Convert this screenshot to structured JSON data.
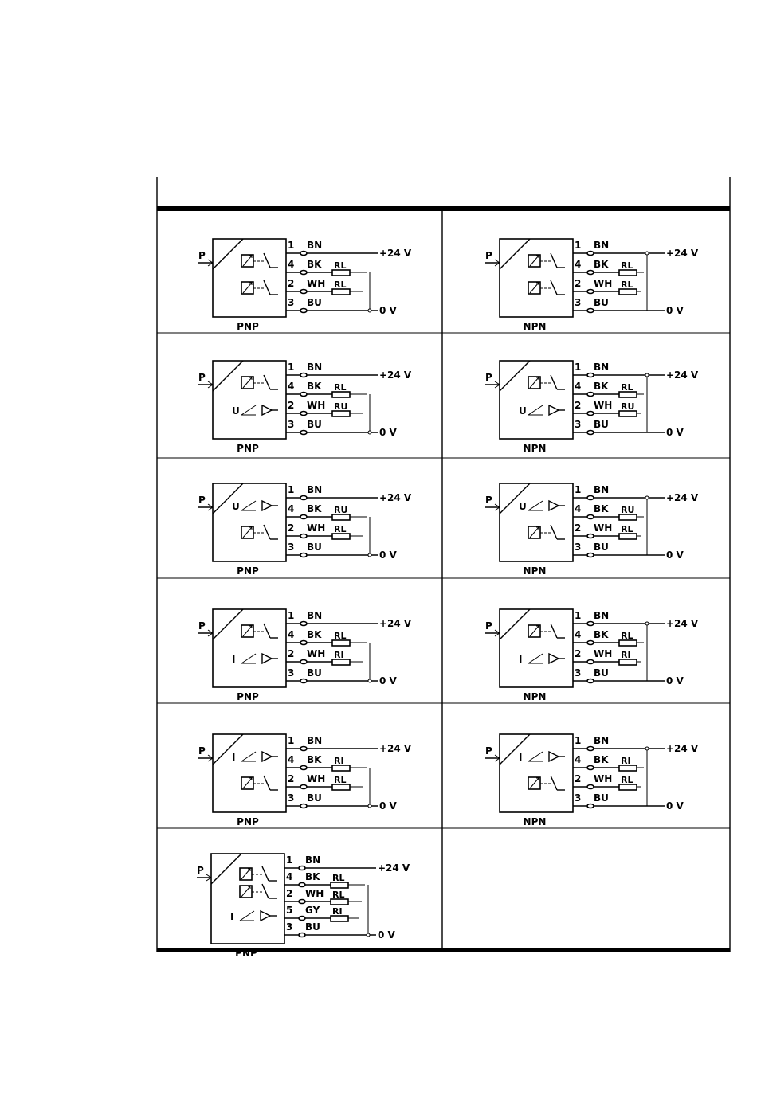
{
  "sheet": {
    "supply_positive": "+24 V",
    "supply_negative": "0 V",
    "pressure_input": "P"
  },
  "diagrams": [
    {
      "id": "d1",
      "type": "PNP",
      "label": "PNP",
      "blocks": [
        "switch",
        "switch"
      ],
      "pins": [
        {
          "num": "1",
          "wire": "BN"
        },
        {
          "num": "4",
          "wire": "BK",
          "load": "RL"
        },
        {
          "num": "2",
          "wire": "WH",
          "load": "RL"
        },
        {
          "num": "3",
          "wire": "BU"
        }
      ]
    },
    {
      "id": "d2",
      "type": "NPN",
      "label": "NPN",
      "blocks": [
        "switch",
        "switch"
      ],
      "pins": [
        {
          "num": "1",
          "wire": "BN"
        },
        {
          "num": "4",
          "wire": "BK",
          "load": "RL"
        },
        {
          "num": "2",
          "wire": "WH",
          "load": "RL"
        },
        {
          "num": "3",
          "wire": "BU"
        }
      ]
    },
    {
      "id": "d3",
      "type": "PNP",
      "label": "PNP",
      "blocks": [
        "switch",
        "U"
      ],
      "pins": [
        {
          "num": "1",
          "wire": "BN"
        },
        {
          "num": "4",
          "wire": "BK",
          "load": "RL"
        },
        {
          "num": "2",
          "wire": "WH",
          "load": "RU"
        },
        {
          "num": "3",
          "wire": "BU"
        }
      ]
    },
    {
      "id": "d4",
      "type": "NPN",
      "label": "NPN",
      "blocks": [
        "switch",
        "U"
      ],
      "pins": [
        {
          "num": "1",
          "wire": "BN"
        },
        {
          "num": "4",
          "wire": "BK",
          "load": "RL"
        },
        {
          "num": "2",
          "wire": "WH",
          "load": "RU"
        },
        {
          "num": "3",
          "wire": "BU"
        }
      ]
    },
    {
      "id": "d5",
      "type": "PNP",
      "label": "PNP",
      "blocks": [
        "U",
        "switch"
      ],
      "pins": [
        {
          "num": "1",
          "wire": "BN"
        },
        {
          "num": "4",
          "wire": "BK",
          "load": "RU"
        },
        {
          "num": "2",
          "wire": "WH",
          "load": "RL"
        },
        {
          "num": "3",
          "wire": "BU"
        }
      ]
    },
    {
      "id": "d6",
      "type": "NPN",
      "label": "NPN",
      "blocks": [
        "U",
        "switch"
      ],
      "pins": [
        {
          "num": "1",
          "wire": "BN"
        },
        {
          "num": "4",
          "wire": "BK",
          "load": "RU"
        },
        {
          "num": "2",
          "wire": "WH",
          "load": "RL"
        },
        {
          "num": "3",
          "wire": "BU"
        }
      ]
    },
    {
      "id": "d7",
      "type": "PNP",
      "label": "PNP",
      "blocks": [
        "switch",
        "I"
      ],
      "pins": [
        {
          "num": "1",
          "wire": "BN"
        },
        {
          "num": "4",
          "wire": "BK",
          "load": "RL"
        },
        {
          "num": "2",
          "wire": "WH",
          "load": "RI"
        },
        {
          "num": "3",
          "wire": "BU"
        }
      ]
    },
    {
      "id": "d8",
      "type": "NPN",
      "label": "NPN",
      "blocks": [
        "switch",
        "I"
      ],
      "pins": [
        {
          "num": "1",
          "wire": "BN"
        },
        {
          "num": "4",
          "wire": "BK",
          "load": "RL"
        },
        {
          "num": "2",
          "wire": "WH",
          "load": "RI"
        },
        {
          "num": "3",
          "wire": "BU"
        }
      ]
    },
    {
      "id": "d9",
      "type": "PNP",
      "label": "PNP",
      "blocks": [
        "I",
        "switch"
      ],
      "pins": [
        {
          "num": "1",
          "wire": "BN"
        },
        {
          "num": "4",
          "wire": "BK",
          "load": "RI"
        },
        {
          "num": "2",
          "wire": "WH",
          "load": "RL"
        },
        {
          "num": "3",
          "wire": "BU"
        }
      ]
    },
    {
      "id": "d10",
      "type": "NPN",
      "label": "NPN",
      "blocks": [
        "I",
        "switch"
      ],
      "pins": [
        {
          "num": "1",
          "wire": "BN"
        },
        {
          "num": "4",
          "wire": "BK",
          "load": "RI"
        },
        {
          "num": "2",
          "wire": "WH",
          "load": "RL"
        },
        {
          "num": "3",
          "wire": "BU"
        }
      ]
    },
    {
      "id": "d11",
      "type": "PNP",
      "label": "PNP",
      "blocks": [
        "switch",
        "switch",
        "I"
      ],
      "pins": [
        {
          "num": "1",
          "wire": "BN"
        },
        {
          "num": "4",
          "wire": "BK",
          "load": "RL"
        },
        {
          "num": "2",
          "wire": "WH",
          "load": "RL"
        },
        {
          "num": "5",
          "wire": "GY",
          "load": "RI"
        },
        {
          "num": "3",
          "wire": "BU"
        }
      ]
    }
  ]
}
